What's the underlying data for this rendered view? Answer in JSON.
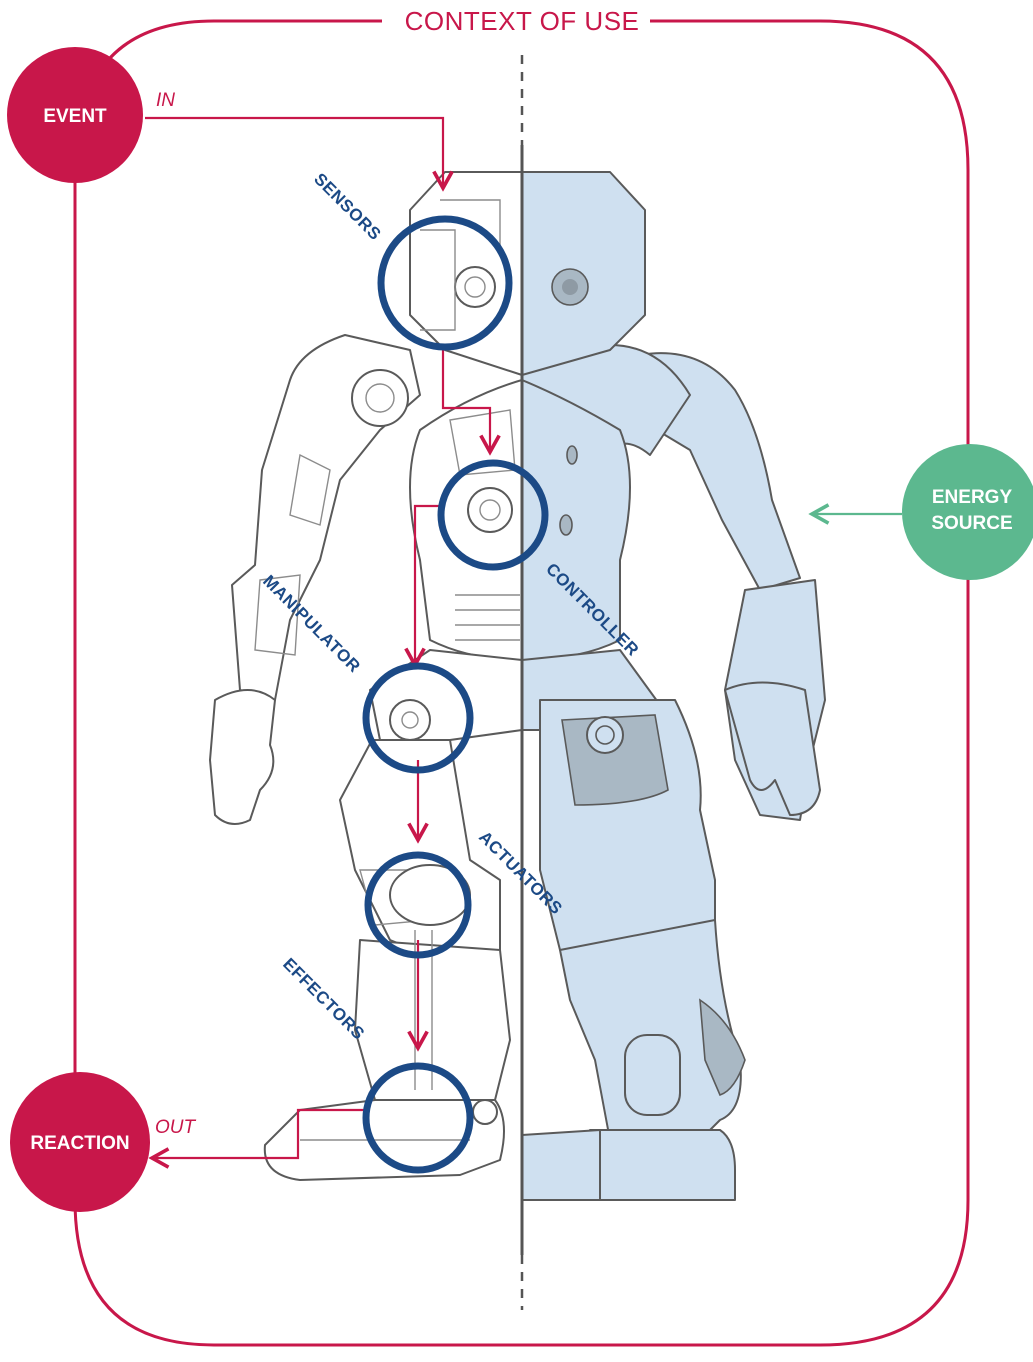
{
  "context": {
    "label": "CONTEXT OF USE"
  },
  "nodes": {
    "event": "EVENT",
    "reaction": "REACTION",
    "energy_line1": "ENERGY",
    "energy_line2": "SOURCE"
  },
  "io": {
    "in": "IN",
    "out": "OUT"
  },
  "parts": {
    "sensors": "SENSORS",
    "controller": "CONTROLLER",
    "manipulator": "MANIPULATOR",
    "actuators": "ACTUATORS",
    "effectors": "EFFECTORS"
  },
  "colors": {
    "flow": "#c8174a",
    "energy": "#5cb88f",
    "parts": "#1c4a86",
    "robot_fill": "#cfe0f0"
  }
}
